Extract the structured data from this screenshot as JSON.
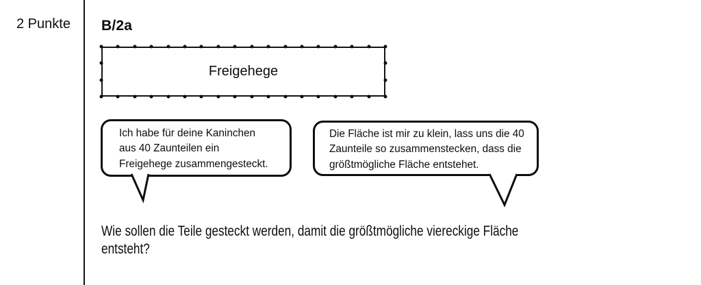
{
  "points_label": "2 Punkte",
  "task_id": "B/2a",
  "fence": {
    "label": "Freigehege",
    "segments_wide": 17,
    "segments_tall": 3,
    "total_fence_parts": 40
  },
  "bubbles": {
    "left": {
      "lines": [
        "Ich habe für deine Kaninchen",
        "aus 40 Zaunteilen ein",
        "Freigehege zusammengesteckt."
      ]
    },
    "right": {
      "lines": [
        "Die Fläche ist mir zu klein, lass uns die 40",
        "Zaunteile so zusammenstecken, dass die",
        "größtmögliche Fläche entstehet."
      ]
    }
  },
  "question": {
    "lines": [
      "Wie sollen die Teile gesteckt werden, damit die größtmögliche viereckige Fläche",
      "entsteht?"
    ]
  },
  "colors": {
    "ink": "#0d0d0d",
    "background": "#ffffff"
  }
}
